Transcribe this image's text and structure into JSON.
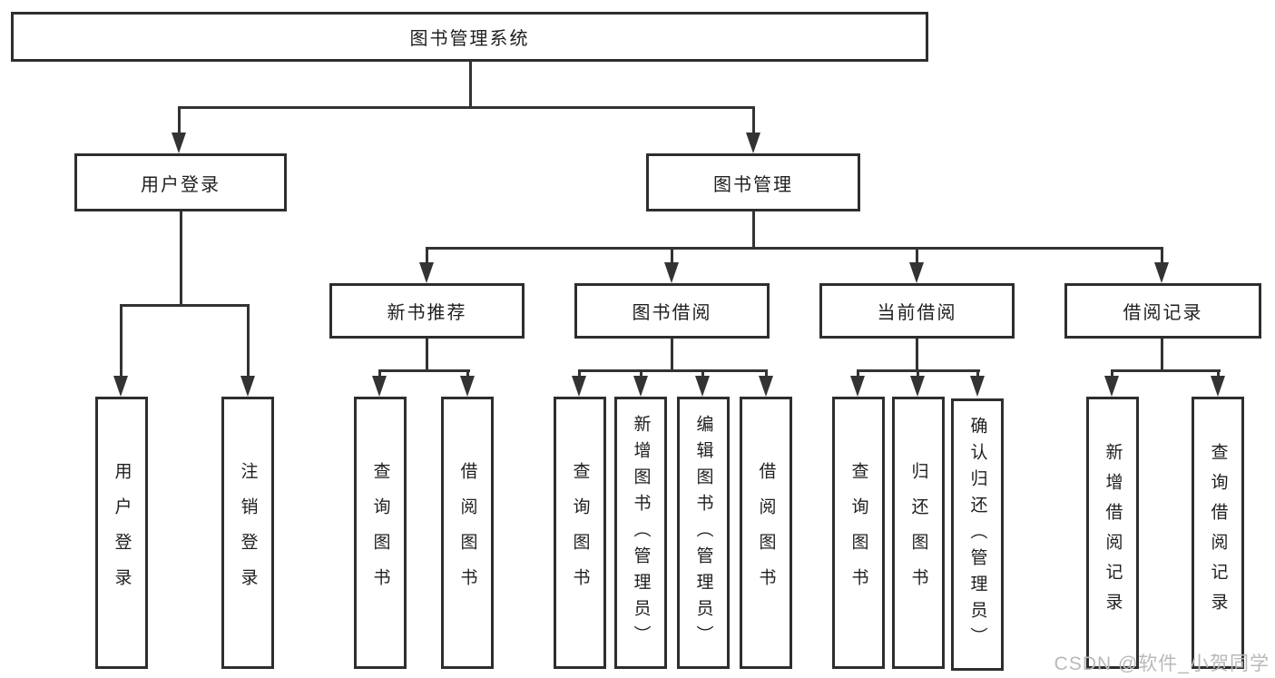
{
  "diagram": {
    "title": "图书管理系统",
    "level2": [
      {
        "label": "用户登录"
      },
      {
        "label": "图书管理"
      }
    ],
    "level3": [
      {
        "label": "新书推荐"
      },
      {
        "label": "图书借阅"
      },
      {
        "label": "当前借阅"
      },
      {
        "label": "借阅记录"
      }
    ],
    "leaves": [
      {
        "label": "用户登录",
        "parent": "用户登录"
      },
      {
        "label": "注销登录",
        "parent": "用户登录"
      },
      {
        "label": "查询图书",
        "parent": "新书推荐"
      },
      {
        "label": "借阅图书",
        "parent": "新书推荐"
      },
      {
        "label": "查询图书",
        "parent": "图书借阅"
      },
      {
        "label": "新增图书（管理员）",
        "parent": "图书借阅"
      },
      {
        "label": "编辑图书（管理员）",
        "parent": "图书借阅"
      },
      {
        "label": "借阅图书",
        "parent": "图书借阅"
      },
      {
        "label": "查询图书",
        "parent": "当前借阅"
      },
      {
        "label": "归还图书",
        "parent": "当前借阅"
      },
      {
        "label": "确认归还（管理员）",
        "parent": "当前借阅"
      },
      {
        "label": "新增借阅记录",
        "parent": "借阅记录"
      },
      {
        "label": "查询借阅记录",
        "parent": "借阅记录"
      }
    ],
    "watermark": "CSDN @软件_小贺同学",
    "colors": {
      "line": "#333333",
      "box_border": "#2e2e2e",
      "text": "#1f1f1f",
      "background": "#ffffff",
      "watermark": "#b9b9b9"
    }
  }
}
